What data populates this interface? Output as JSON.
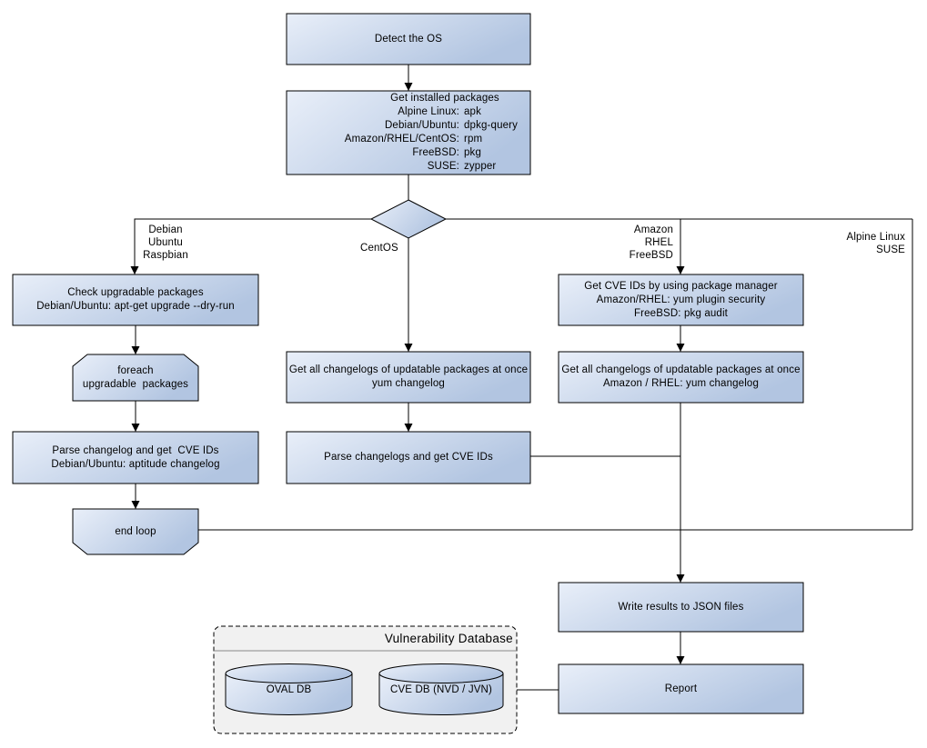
{
  "palette": {
    "node_fill_light": "#e9eff9",
    "node_fill_dark": "#b2c5e1",
    "node_border": "#000000",
    "connector": "#000000",
    "db_container_fill": "#f1f1f1",
    "background": "#ffffff"
  },
  "nodes": {
    "detect_os": {
      "label": "Detect the OS"
    },
    "get_installed_packages": {
      "title": "Get installed packages",
      "items": [
        {
          "name": "Alpine Linux:",
          "value": "apk"
        },
        {
          "name": "Debian/Ubuntu:",
          "value": "dpkg-query"
        },
        {
          "name": "Amazon/RHEL/CentOS:",
          "value": "rpm"
        },
        {
          "name": "FreeBSD:",
          "value": "pkg"
        },
        {
          "name": "SUSE:",
          "value": "zypper"
        }
      ]
    },
    "check_upgradable": {
      "line1": "Check upgradable packages",
      "line2": "Debian/Ubuntu: apt-get upgrade --dry-run"
    },
    "foreach_loop": {
      "line1": "foreach",
      "line2": "upgradable  packages"
    },
    "parse_changelog_deb": {
      "line1": "Parse changelog and get  CVE IDs",
      "line2": "Debian/Ubuntu: aptitude changelog"
    },
    "end_loop": {
      "label": "end loop"
    },
    "get_changelogs_yum": {
      "line1": "Get all changelogs of updatable packages at once",
      "line2": "yum changelog"
    },
    "parse_changelogs_yum": {
      "label": "Parse changelogs and get CVE IDs"
    },
    "get_cve_ids_pkg_mgr": {
      "line1": "Get CVE IDs by using package manager",
      "line2": "Amazon/RHEL: yum plugin security",
      "line3": "FreeBSD: pkg audit"
    },
    "get_changelogs_amazon": {
      "line1": "Get all changelogs of updatable packages at once",
      "line2": "Amazon / RHEL: yum changelog"
    },
    "write_results": {
      "label": "Write results to JSON files"
    },
    "report": {
      "label": "Report"
    }
  },
  "edge_labels": {
    "debian": {
      "line1": "Debian",
      "line2": "Ubuntu",
      "line3": "Raspbian"
    },
    "centos": {
      "label": "CentOS"
    },
    "amazon": {
      "line1": "Amazon",
      "line2": "RHEL",
      "line3": "FreeBSD"
    },
    "alpine": {
      "line1": "Alpine Linux",
      "line2": "SUSE"
    }
  },
  "database": {
    "title": "Vulnerability Database",
    "oval_db": "OVAL DB",
    "cve_db": "CVE DB (NVD / JVN)"
  }
}
